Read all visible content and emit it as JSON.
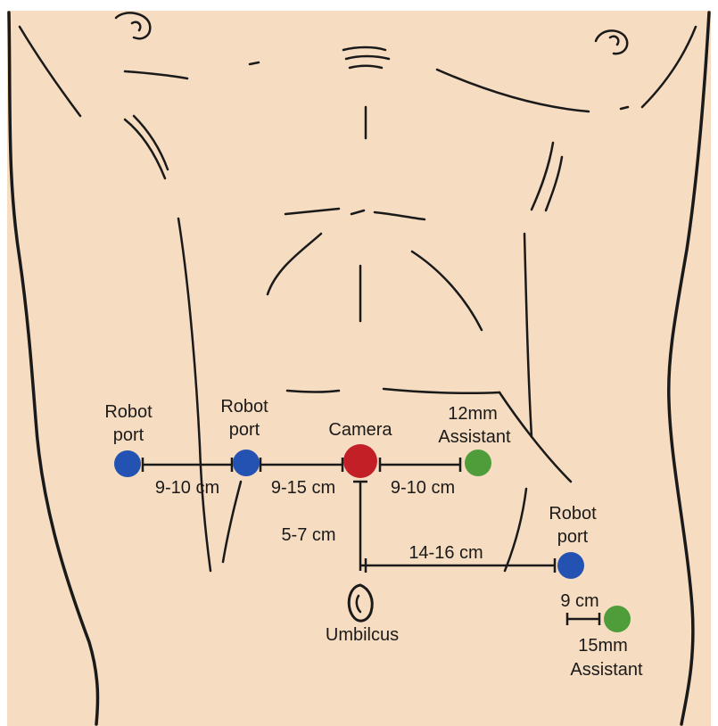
{
  "colors": {
    "skin": "#f6dcc0",
    "outline": "#1a1a1a",
    "robot_port": "#2352b2",
    "camera": "#c21f26",
    "assistant": "#4e9d3a"
  },
  "ports": {
    "robot_left": {
      "line1": "Robot",
      "line2": "port"
    },
    "robot_mid": {
      "line1": "Robot",
      "line2": "port"
    },
    "camera": {
      "label": "Camera"
    },
    "assistant_12": {
      "line1": "12mm",
      "line2": "Assistant"
    },
    "robot_right": {
      "line1": "Robot",
      "line2": "port"
    },
    "assistant_15": {
      "line1": "15mm",
      "line2": "Assistant"
    }
  },
  "distances": {
    "robot_to_robot": "9-10 cm",
    "robot_to_camera": "9-15 cm",
    "camera_to_assistant": "9-10 cm",
    "camera_to_umbilicus": "5-7 cm",
    "umbilicus_to_robot": "14-16 cm",
    "robot_to_assistant15": "9 cm"
  },
  "landmarks": {
    "umbilicus": "Umbilcus"
  }
}
